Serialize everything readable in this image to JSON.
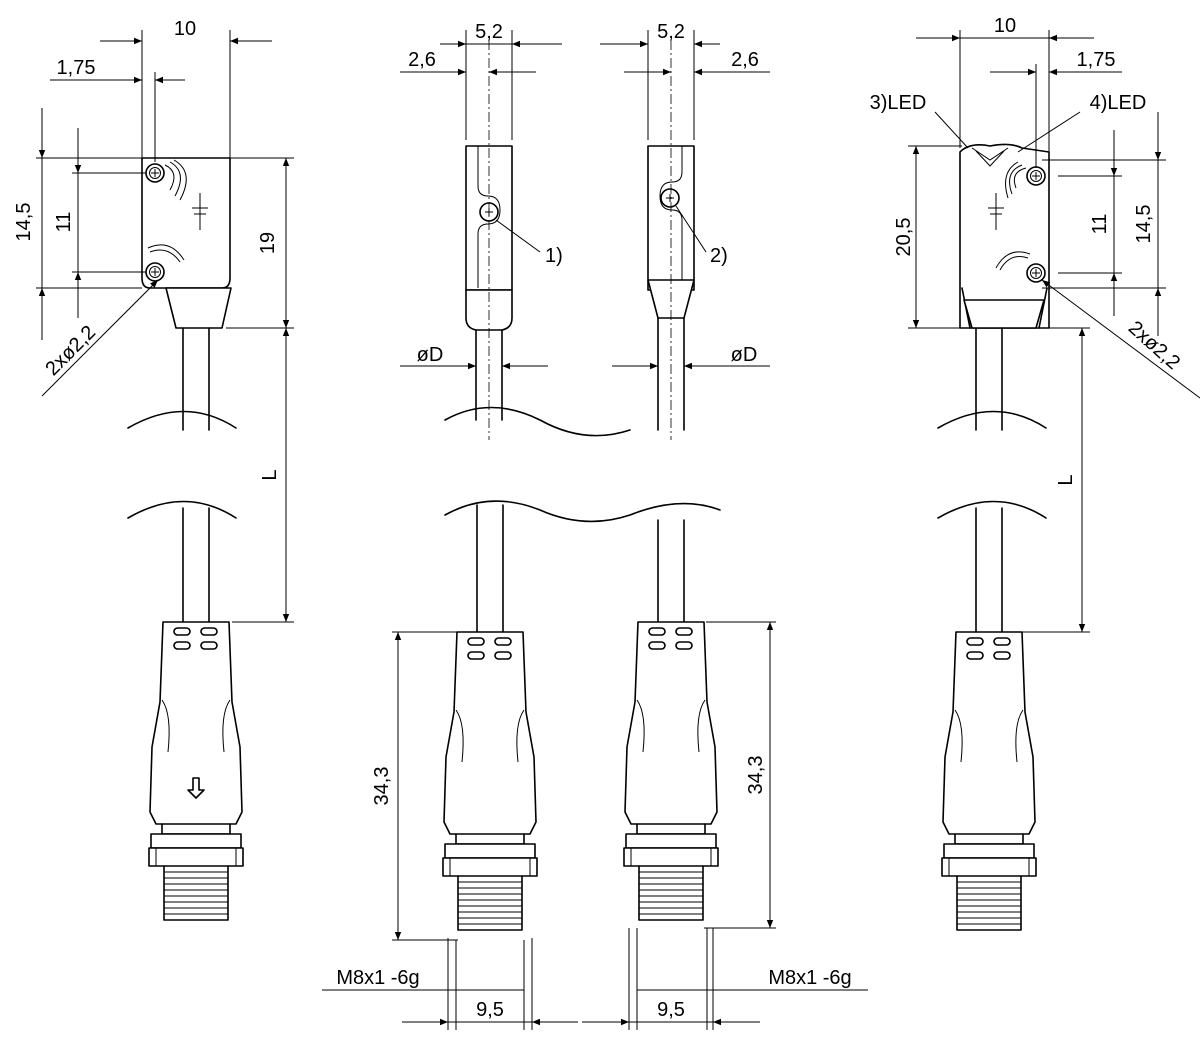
{
  "colors": {
    "line": "#000000",
    "background": "#ffffff"
  },
  "views": {
    "left": {
      "width": "10",
      "hole_offset": "1,75",
      "overall_height": "14,5",
      "hole_spacing": "11",
      "body_height": "19",
      "holes": "2xø2,2",
      "cable_length": "L"
    },
    "mid_left": {
      "width": "5,2",
      "offset": "2,6",
      "ref": "1)",
      "cable_diameter": "øD",
      "plug_length": "34,3",
      "thread": "M8x1 -6g",
      "plug_width": "9,5"
    },
    "mid_right": {
      "width": "5,2",
      "offset": "2,6",
      "ref": "2)",
      "cable_diameter": "øD",
      "plug_length": "34,3",
      "thread": "M8x1 -6g",
      "plug_width": "9,5"
    },
    "right": {
      "width": "10",
      "hole_offset": "1,75",
      "led_a": "3)LED",
      "led_b": "4)LED",
      "body_height": "20,5",
      "hole_spacing": "11",
      "overall_height": "14,5",
      "holes": "2xø2,2",
      "cable_length": "L"
    }
  }
}
